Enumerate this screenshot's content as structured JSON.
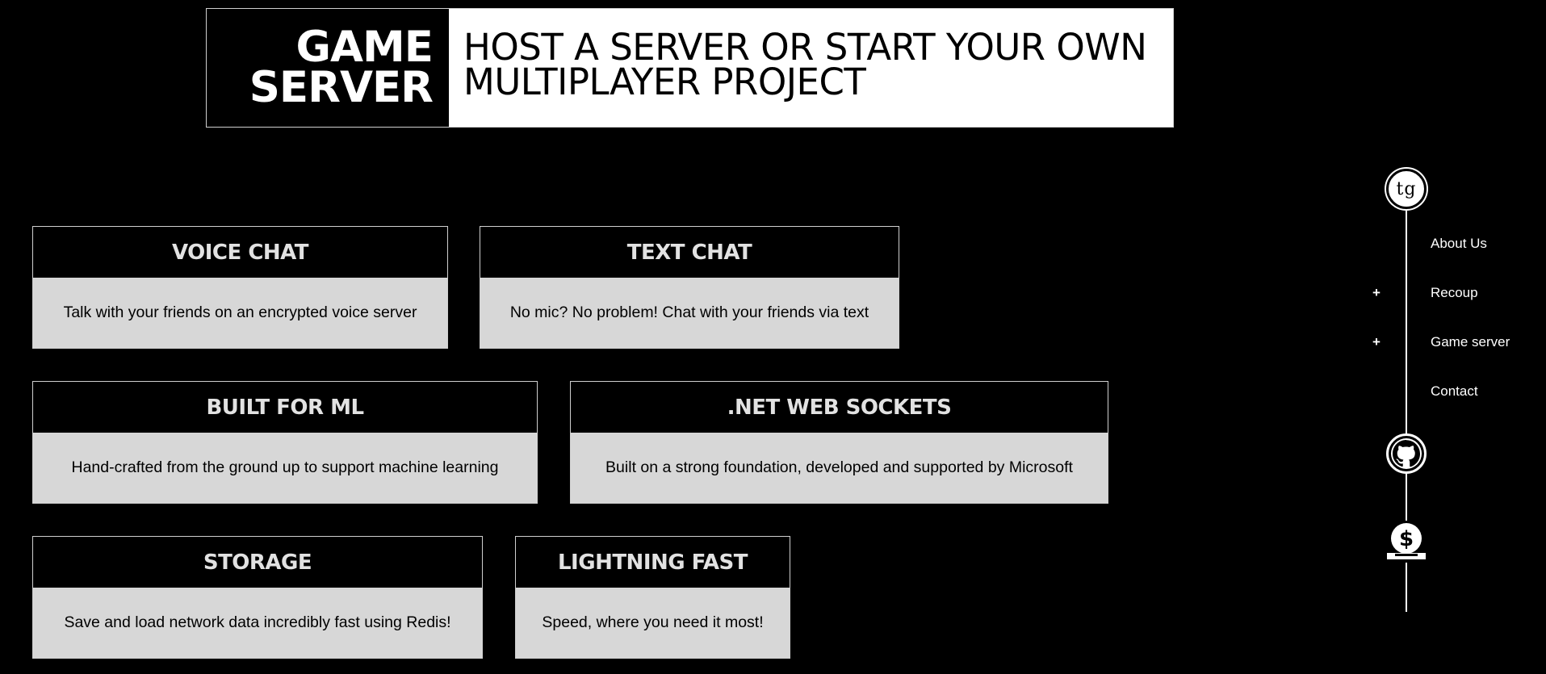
{
  "hero": {
    "title_line1": "GAME",
    "title_line2": "SERVER",
    "tagline_line1": "HOST A SERVER OR START YOUR OWN",
    "tagline_line2": "MULTIPLAYER PROJECT"
  },
  "features": [
    {
      "title": "VOICE CHAT",
      "description": "Talk with your friends on an encrypted voice server"
    },
    {
      "title": "TEXT CHAT",
      "description": "No mic? No problem! Chat with your friends via text"
    },
    {
      "title": "BUILT FOR ML",
      "description": "Hand-crafted from the ground up to support machine learning"
    },
    {
      "title": ".NET WEB SOCKETS",
      "description": "Built on a strong foundation, developed and supported by Microsoft"
    },
    {
      "title": "STORAGE",
      "description": "Save and load network data incredibly fast using Redis!"
    },
    {
      "title": "LIGHTNING FAST",
      "description": "Speed, where you need it most!"
    }
  ],
  "sidebar": {
    "logo_text": "tg",
    "nav": [
      {
        "label": "About Us",
        "expandable": false
      },
      {
        "label": "Recoup",
        "expandable": true,
        "expand_glyph": "+"
      },
      {
        "label": "Game server",
        "expandable": true,
        "expand_glyph": "+"
      },
      {
        "label": "Contact",
        "expandable": false
      }
    ],
    "icons": [
      "github-icon",
      "donate-icon"
    ]
  }
}
